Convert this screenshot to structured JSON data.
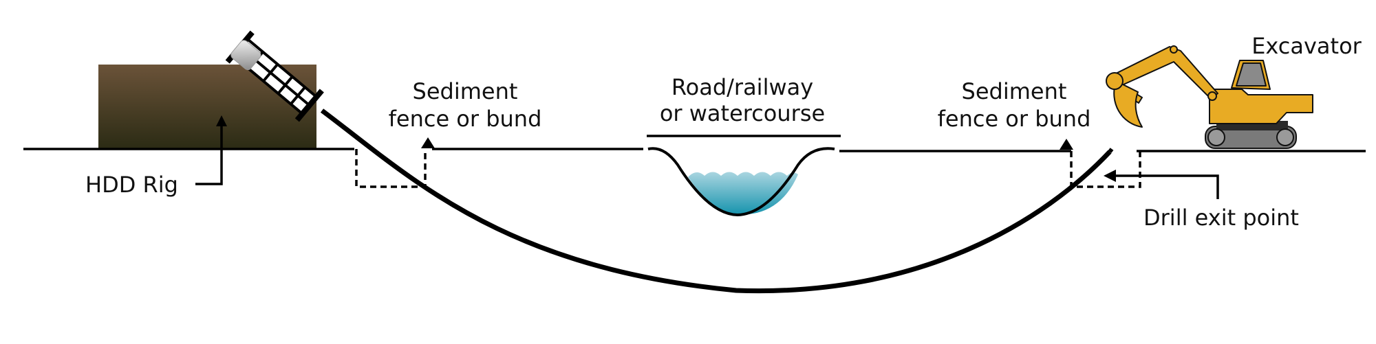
{
  "labels": {
    "hdd_rig": "HDD Rig",
    "sediment_left_line1": "Sediment",
    "sediment_left_line2": "fence or  bund",
    "crossing_line1": "Road/railway",
    "crossing_line2": "or watercourse",
    "sediment_right_line1": "Sediment",
    "sediment_right_line2": "fence or  bund",
    "excavator": "Excavator",
    "drill_exit": "Drill exit point"
  },
  "colors": {
    "ground_line": "#000000",
    "rig_pad_top": "#6b5339",
    "rig_pad_bottom": "#2b2b14",
    "water_top": "#a9d5e0",
    "water_bottom": "#1593ad",
    "excavator_body": "#e8ab24",
    "excavator_track": "#7a7a7a",
    "drill_pipe": "#b9b9b9"
  }
}
